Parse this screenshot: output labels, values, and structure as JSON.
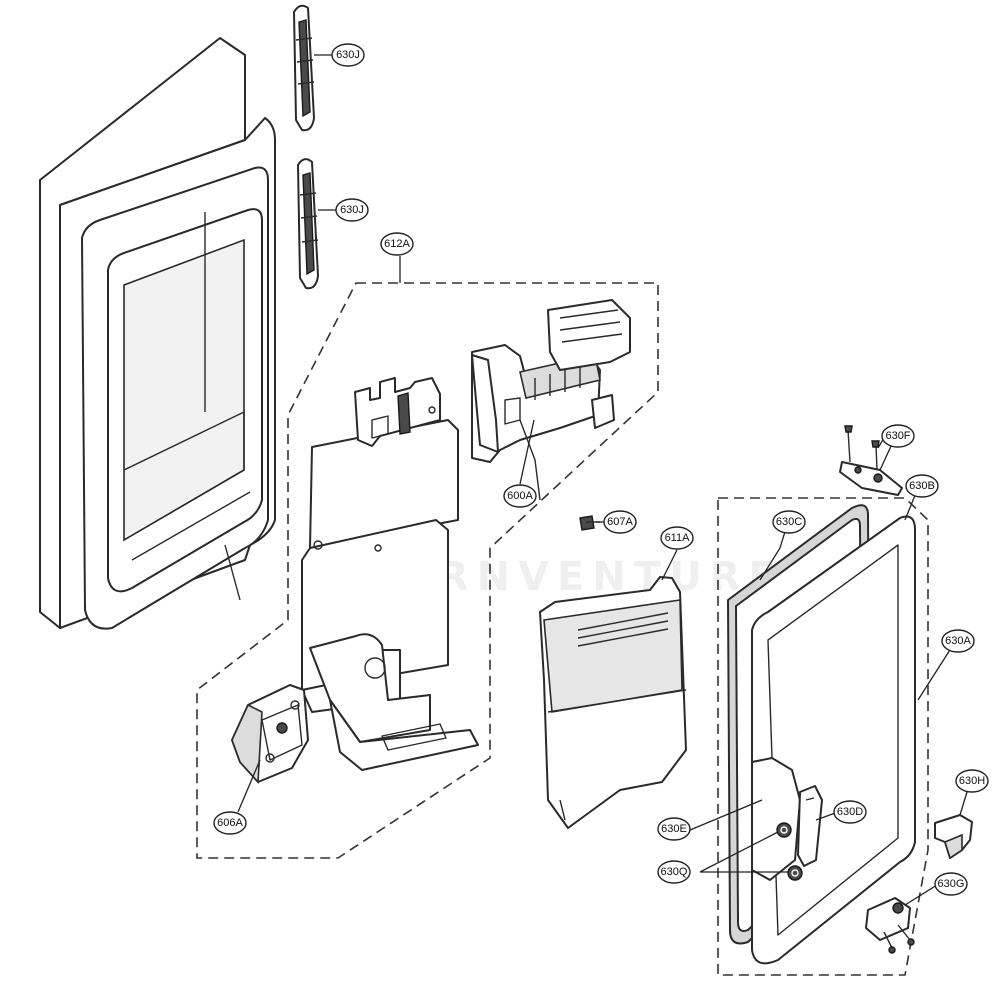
{
  "diagram": {
    "watermark": "LEARNVENTURE",
    "callouts": {
      "c630J_top": "630J",
      "c630J_bottom": "630J",
      "c612A": "612A",
      "c600A": "600A",
      "c607A": "607A",
      "c611A": "611A",
      "c606A": "606A",
      "c630F": "630F",
      "c630B": "630B",
      "c630C": "630C",
      "c630A": "630A",
      "c630H": "630H",
      "c630D": "630D",
      "c630E": "630E",
      "c630Q": "630Q",
      "c630G": "630G"
    }
  }
}
